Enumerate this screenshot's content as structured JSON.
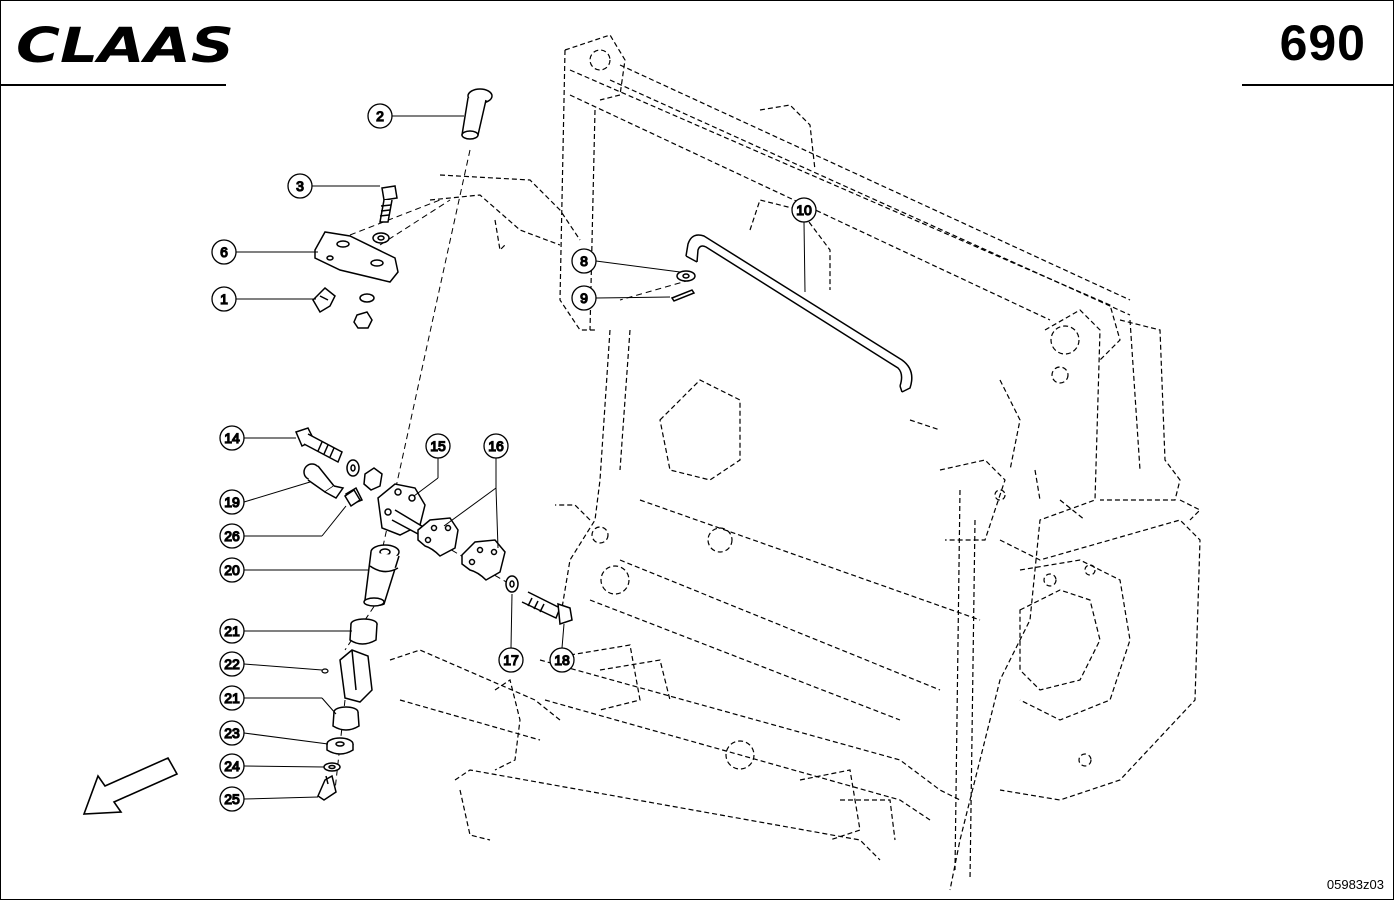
{
  "header": {
    "brand": "CLAAS",
    "page_number": "690"
  },
  "footer": {
    "drawing_code": "05983z03"
  },
  "callouts": [
    "2",
    "3",
    "6",
    "1",
    "8",
    "9",
    "10",
    "14",
    "15",
    "16",
    "19",
    "26",
    "20",
    "21",
    "22",
    "21",
    "23",
    "24",
    "25",
    "17",
    "18"
  ],
  "colors": {
    "ink": "#000000",
    "paper": "#ffffff"
  },
  "icons": [
    "direction-arrow-icon"
  ]
}
